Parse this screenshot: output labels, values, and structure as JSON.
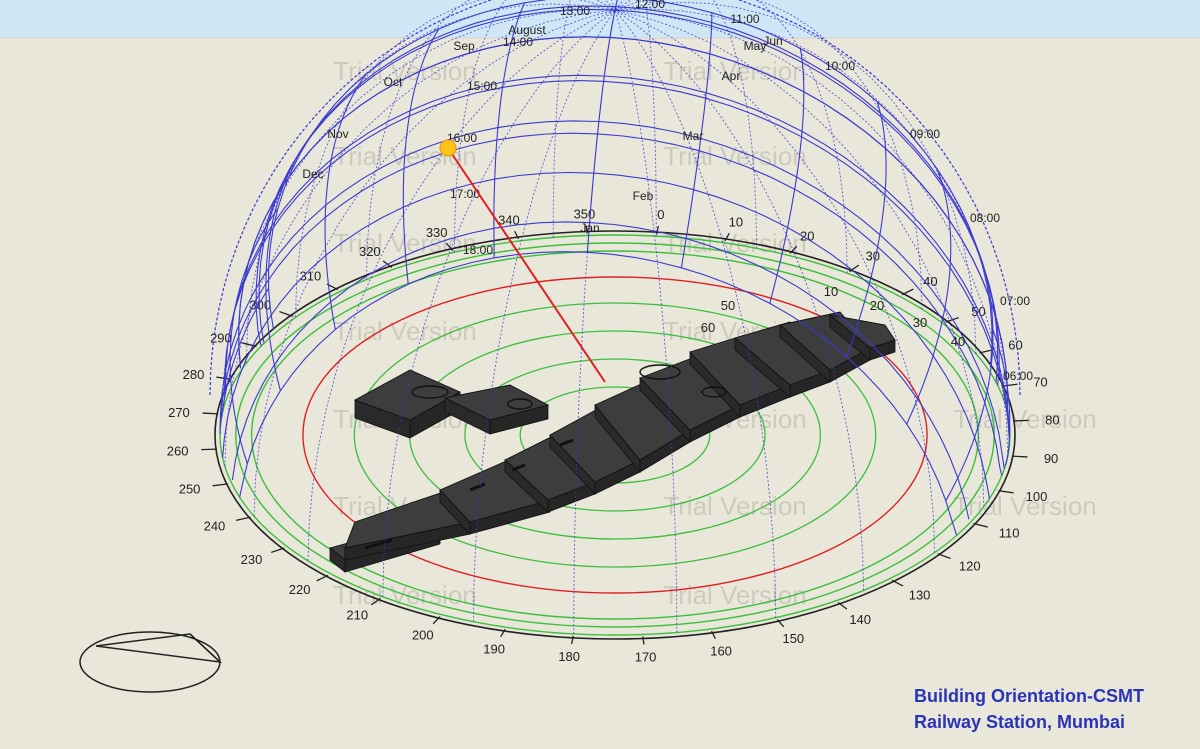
{
  "title_lines": [
    "Building Orientation-CSMT",
    "Railway Station, Mumbai"
  ],
  "watermark": "Trial Version",
  "azimuth_labels": [
    "0",
    "10",
    "20",
    "30",
    "40",
    "50",
    "60",
    "70",
    "80",
    "90",
    "100",
    "110",
    "120",
    "130",
    "140",
    "150",
    "160",
    "170",
    "180",
    "190",
    "200",
    "210",
    "220",
    "230",
    "240",
    "250",
    "260",
    "270",
    "280",
    "290",
    "300",
    "310",
    "320",
    "330",
    "340",
    "350"
  ],
  "hour_labels": [
    "06:00",
    "07:00",
    "08:00",
    "09:00",
    "10:00",
    "11:00",
    "12:00",
    "13:00",
    "14:00",
    "15:00",
    "16:00",
    "17:00",
    "18:00"
  ],
  "month_labels": [
    "Jan",
    "Feb",
    "Mar",
    "Apr",
    "May",
    "Jun",
    "August",
    "Sep",
    "Oct",
    "Nov",
    "Dec"
  ],
  "altitude_labels": [
    "10",
    "20",
    "30",
    "40",
    "50",
    "60"
  ],
  "colors": {
    "background": "#e9e6da",
    "sky": "#cfe6f4",
    "sunpath": "#3a3ad0",
    "ground_rings": "#3cbf3c",
    "sun_ray": "#e02020",
    "sun": "#ffc21a",
    "building": "#3d3d3d",
    "caption": "#2a34b8"
  }
}
